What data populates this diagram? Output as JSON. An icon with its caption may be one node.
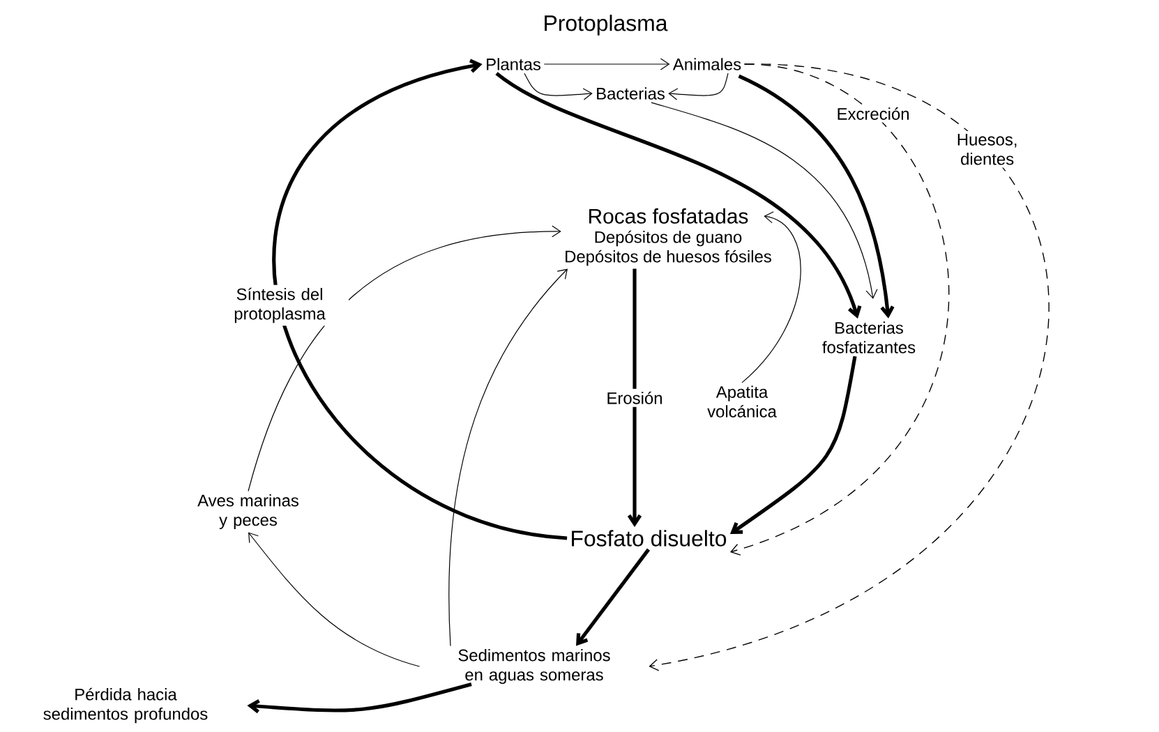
{
  "diagram": {
    "nodes": [
      {
        "text": [
          "Plantas"
        ]
      },
      {
        "text": [
          "Animales"
        ]
      },
      {
        "text": [
          "Bacterias"
        ]
      },
      {
        "text": [
          "Rocas fosfatadas",
          "Depósitos de guano",
          "Depósitos de huesos fósiles"
        ]
      },
      {
        "text": [
          "Bacterias fosfatizantes"
        ]
      },
      {
        "text": [
          "Fosfato disuelto"
        ]
      },
      {
        "text": [
          "Aves marinas y peces"
        ]
      },
      {
        "text": [
          "Sedimentos marinos en aguas someras"
        ]
      },
      {
        "text": [
          "Pérdida hacia sedimentos profundos"
        ]
      },
      {
        "text": [
          "Apatita volcánica"
        ]
      }
    ],
    "edges": [
      {
        "from": 0,
        "to": 1,
        "arrow": "to"
      },
      {
        "from": 0,
        "to": 2,
        "arrow": "to"
      },
      {
        "from": 1,
        "to": 2,
        "arrow": "to"
      },
      {
        "from": 0,
        "to": 4,
        "arrow": "to",
        "style": "thick"
      },
      {
        "from": 2,
        "to": 4,
        "arrow": "to"
      },
      {
        "from": 1,
        "to": 4,
        "arrow": "to",
        "style": "thick"
      },
      {
        "from": 1,
        "to": 5,
        "arrow": "to",
        "style": "dashed",
        "label": "Excreción"
      },
      {
        "from": 1,
        "to": 7,
        "arrow": "to",
        "style": "dashed",
        "label": "Huesos, dientes"
      },
      {
        "from": 4,
        "to": 5,
        "arrow": "to",
        "style": "thick"
      },
      {
        "from": 5,
        "to": 0,
        "arrow": "to",
        "style": "thick",
        "label": "Síntesis del protoplasma"
      },
      {
        "from": 3,
        "to": 5,
        "arrow": "to",
        "style": "thick",
        "label": "Erosión"
      },
      {
        "from": 9,
        "to": 3,
        "arrow": "to"
      },
      {
        "from": 6,
        "to": 3,
        "arrow": "to"
      },
      {
        "from": 7,
        "to": 3,
        "arrow": "to"
      },
      {
        "from": 7,
        "to": 6,
        "arrow": "to"
      },
      {
        "from": 5,
        "to": 7,
        "arrow": "to",
        "style": "thick"
      },
      {
        "from": 7,
        "to": 8,
        "arrow": "to",
        "style": "thick"
      }
    ],
    "labels": [
      "Protoplasma"
    ]
  }
}
